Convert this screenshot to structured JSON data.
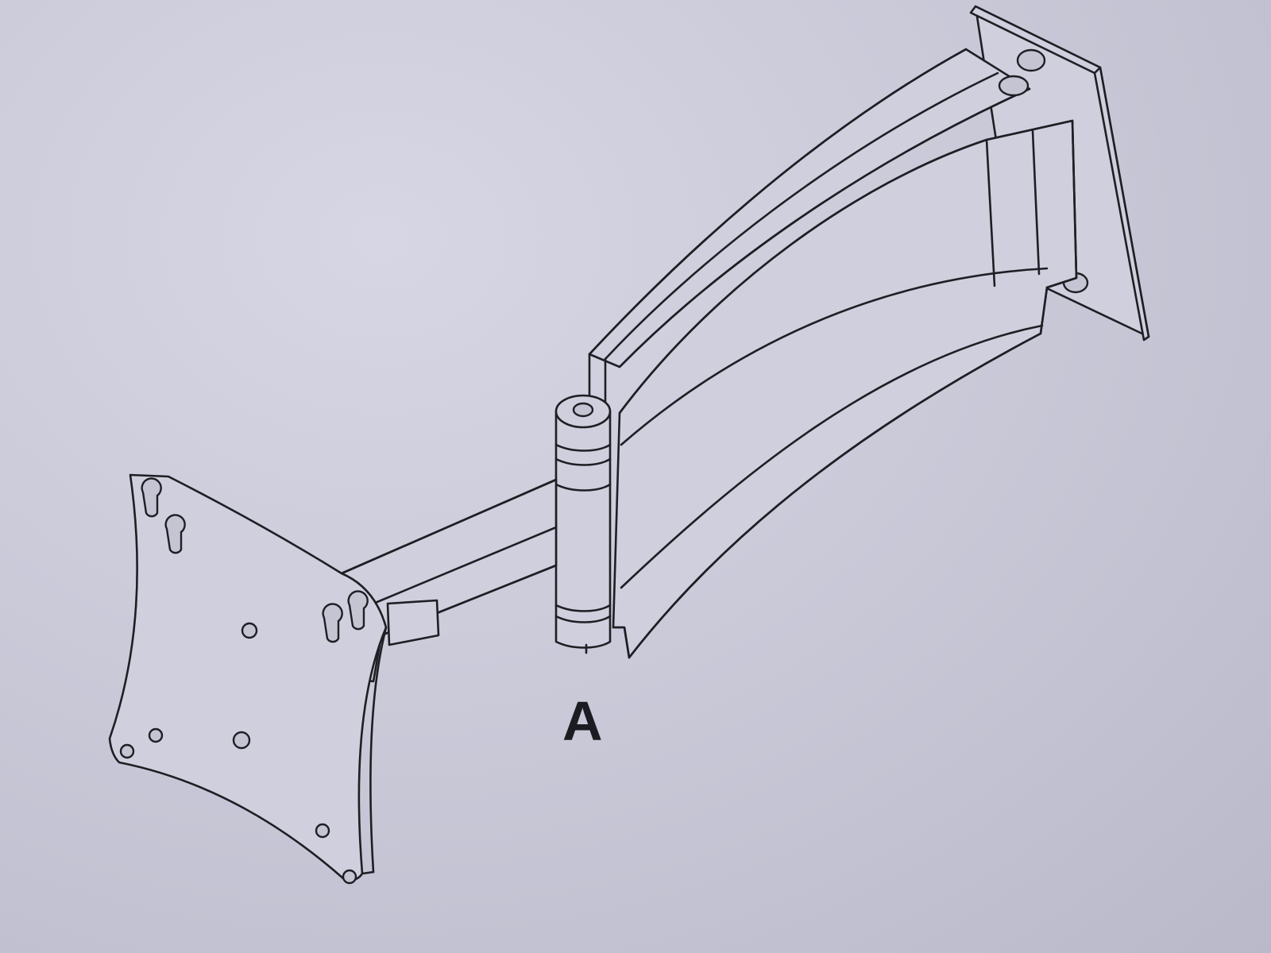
{
  "figure": {
    "label": "A"
  },
  "parts": [
    "wall-plate",
    "upper-arm",
    "lower-arm",
    "swivel-joint",
    "vesa-plate"
  ],
  "colors": {
    "paper": "#cacad9",
    "ink": "#1e1e24"
  }
}
